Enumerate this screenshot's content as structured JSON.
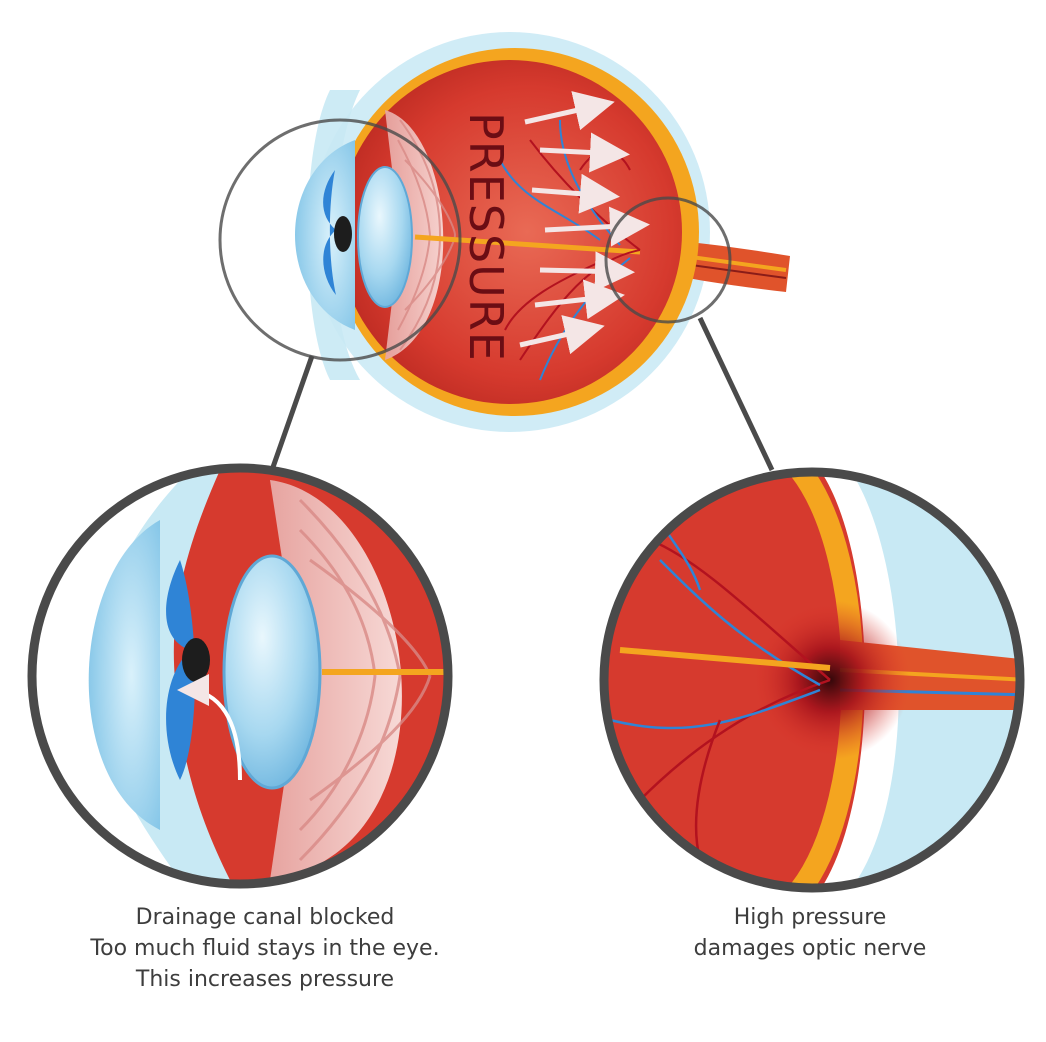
{
  "diagram": {
    "main_label": "PRESSURE",
    "captions": {
      "left": [
        "Drainage canal blocked",
        "Too much fluid stays in the eye.",
        "This increases pressure"
      ],
      "right": [
        "High pressure",
        "damages optic nerve"
      ]
    },
    "colors": {
      "outline": "#4a4a4a",
      "sclera": "#c8e9f4",
      "choroid": "#d63a2e",
      "retina": "#f4a51f",
      "vessel_red": "#b3121f",
      "vessel_blue": "#2f84d6",
      "lens": "#9fd3ee",
      "nerve": "#e0532b"
    }
  }
}
